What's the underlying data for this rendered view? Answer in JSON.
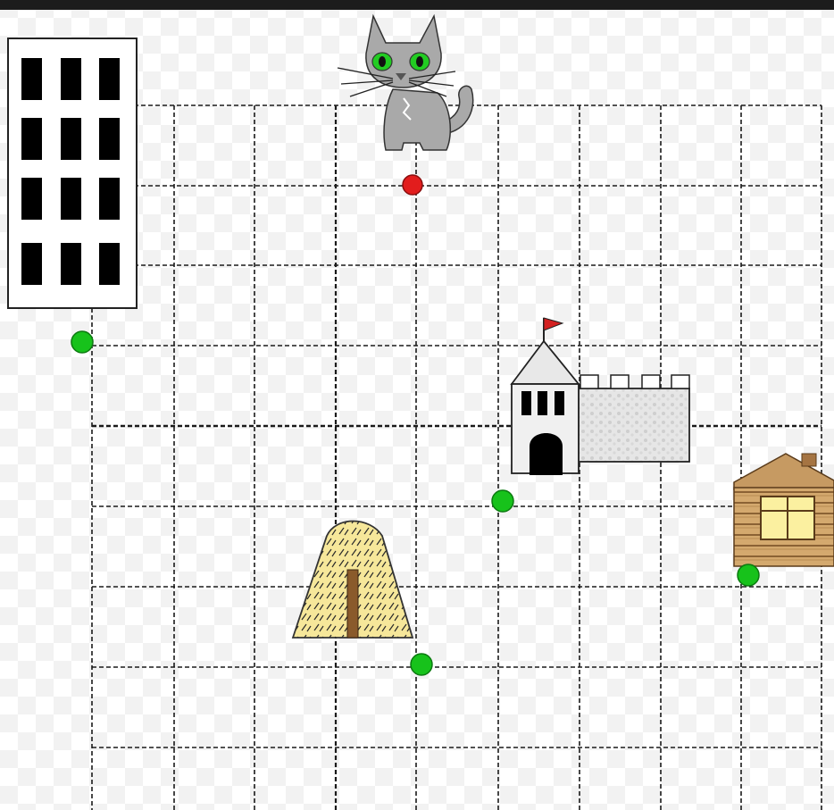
{
  "colors": {
    "background": "#ffffff",
    "checker": "#f1f1f1",
    "top_bar": "#1c1c1c",
    "grid_line": "#1a1a1a",
    "start_marker": "#e21d1d",
    "target_marker": "#17c21b",
    "cat_fur": "#a9a9a9",
    "cat_eye": "#22cc22",
    "haystack": "#f6e79a",
    "haystack_pole": "#8a5a2b",
    "castle_wall": "#e8e8e8",
    "castle_flag": "#d32020",
    "hut_wood": "#c69a62",
    "hut_window": "#fbf0a0",
    "building_window": "#000000"
  },
  "board": {
    "description_items": [
      "cat",
      "apartment-building",
      "castle",
      "haystack",
      "log-hut"
    ],
    "start_marker": {
      "color_key": "start_marker",
      "node": [
        4,
        1
      ]
    },
    "target_markers": [
      {
        "id": "near-building",
        "node": [
          0,
          3
        ]
      },
      {
        "id": "near-castle",
        "node": [
          5,
          5
        ]
      },
      {
        "id": "near-haystack",
        "node": [
          4,
          7
        ]
      },
      {
        "id": "near-hut",
        "node": [
          8,
          6
        ]
      }
    ]
  }
}
